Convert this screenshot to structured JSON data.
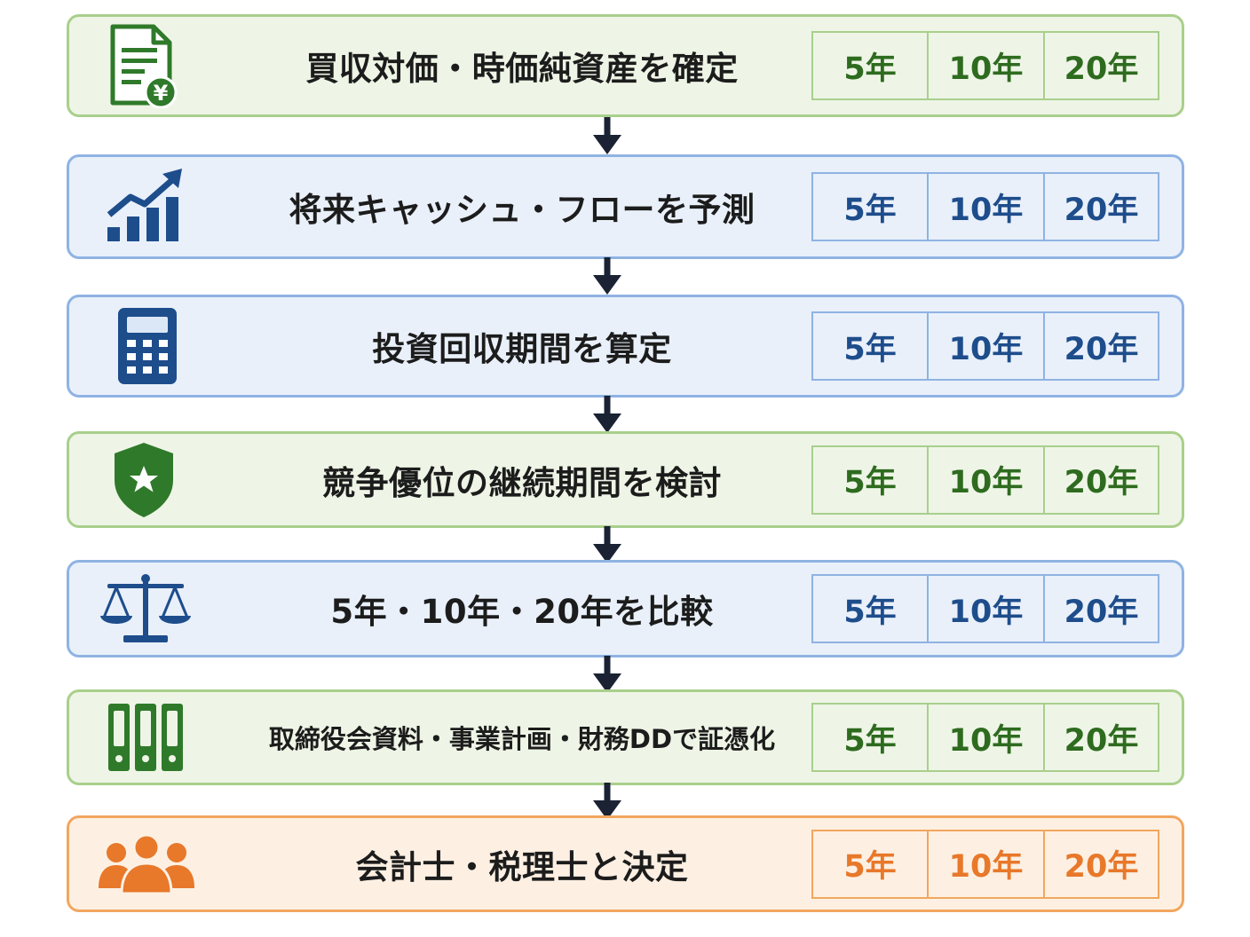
{
  "steps": [
    {
      "label": "買収対価・時価純資産を確定",
      "years": [
        "5年",
        "10年",
        "20年"
      ]
    },
    {
      "label": "将来キャッシュ・フローを予測",
      "years": [
        "5年",
        "10年",
        "20年"
      ]
    },
    {
      "label": "投資回収期間を算定",
      "years": [
        "5年",
        "10年",
        "20年"
      ]
    },
    {
      "label": "競争優位の継続期間を検討",
      "years": [
        "5年",
        "10年",
        "20年"
      ]
    },
    {
      "label": "5年・10年・20年を比較",
      "years": [
        "5年",
        "10年",
        "20年"
      ]
    },
    {
      "label": "取締役会資料・事業計画・財務DDで証憑化",
      "years": [
        "5年",
        "10年",
        "20年"
      ]
    },
    {
      "label": "会計士・税理士と決定",
      "years": [
        "5年",
        "10年",
        "20年"
      ]
    }
  ],
  "icons": [
    "document-yen-icon",
    "growth-chart-icon",
    "calculator-icon",
    "shield-star-icon",
    "balance-scale-icon",
    "binders-icon",
    "team-icon"
  ],
  "colors": {
    "green": "#2e6b1f",
    "blue": "#1e4d8c",
    "orange": "#e8782a",
    "arrow": "#1a2233"
  }
}
